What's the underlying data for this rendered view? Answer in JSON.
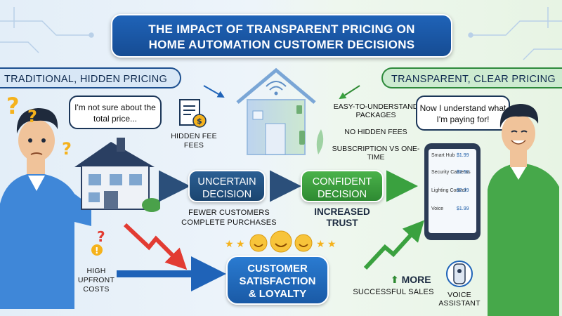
{
  "header": {
    "title_line1": "THE IMPACT OF TRANSPARENT PRICING ON",
    "title_line2": "HOME AUTOMATION CUSTOMER DECISIONS"
  },
  "left": {
    "banner": "TRADITIONAL, HIDDEN PRICING",
    "speech": "I'm not sure about the total price...",
    "hidden_fee_line1": "HIDDEN FEE",
    "hidden_fee_line2": "FEES",
    "high_upfront_line1": "HIGH",
    "high_upfront_line2": "UPFRONT",
    "high_upfront_line3": "COSTS"
  },
  "right": {
    "banner": "TRANSPARENT, CLEAR PRICING",
    "speech": "Now I understand what I'm paying for!",
    "features": [
      "EASY-TO-UNDERSTAND PACKAGES",
      "NO HIDDEN FEES",
      "SUBSCRIPTION VS ONE-TIME"
    ],
    "tablet_items": [
      {
        "label": "Smart Hub",
        "price": "$1.99"
      },
      {
        "label": "Security Cameras",
        "price": "$2.50"
      },
      {
        "label": "Lighting Control",
        "price": "$2.99"
      },
      {
        "label": "Voice",
        "price": "$1.99"
      }
    ],
    "voice_assistant_line1": "VOICE",
    "voice_assistant_line2": "ASSISTANT"
  },
  "flow": {
    "uncertain_line1": "UNCERTAIN",
    "uncertain_line2": "DECISION",
    "confident_line1": "CONFIDENT",
    "confident_line2": "DECISION",
    "fewer_line1": "FEWER CUSTOMERS",
    "fewer_line2": "COMPLETE PURCHASES",
    "trust_line1": "INCREASED",
    "trust_line2": "TRUST",
    "satisfaction_line1": "CUSTOMER",
    "satisfaction_line2": "SATISFACTION",
    "satisfaction_line3": "& LOYALTY",
    "more_label": "MORE",
    "sales_label": "SUCCESSFUL SALES"
  },
  "colors": {
    "navy": "#1b4570",
    "blue": "#1f63b8",
    "green": "#2e8a32",
    "red": "#e23b32"
  }
}
